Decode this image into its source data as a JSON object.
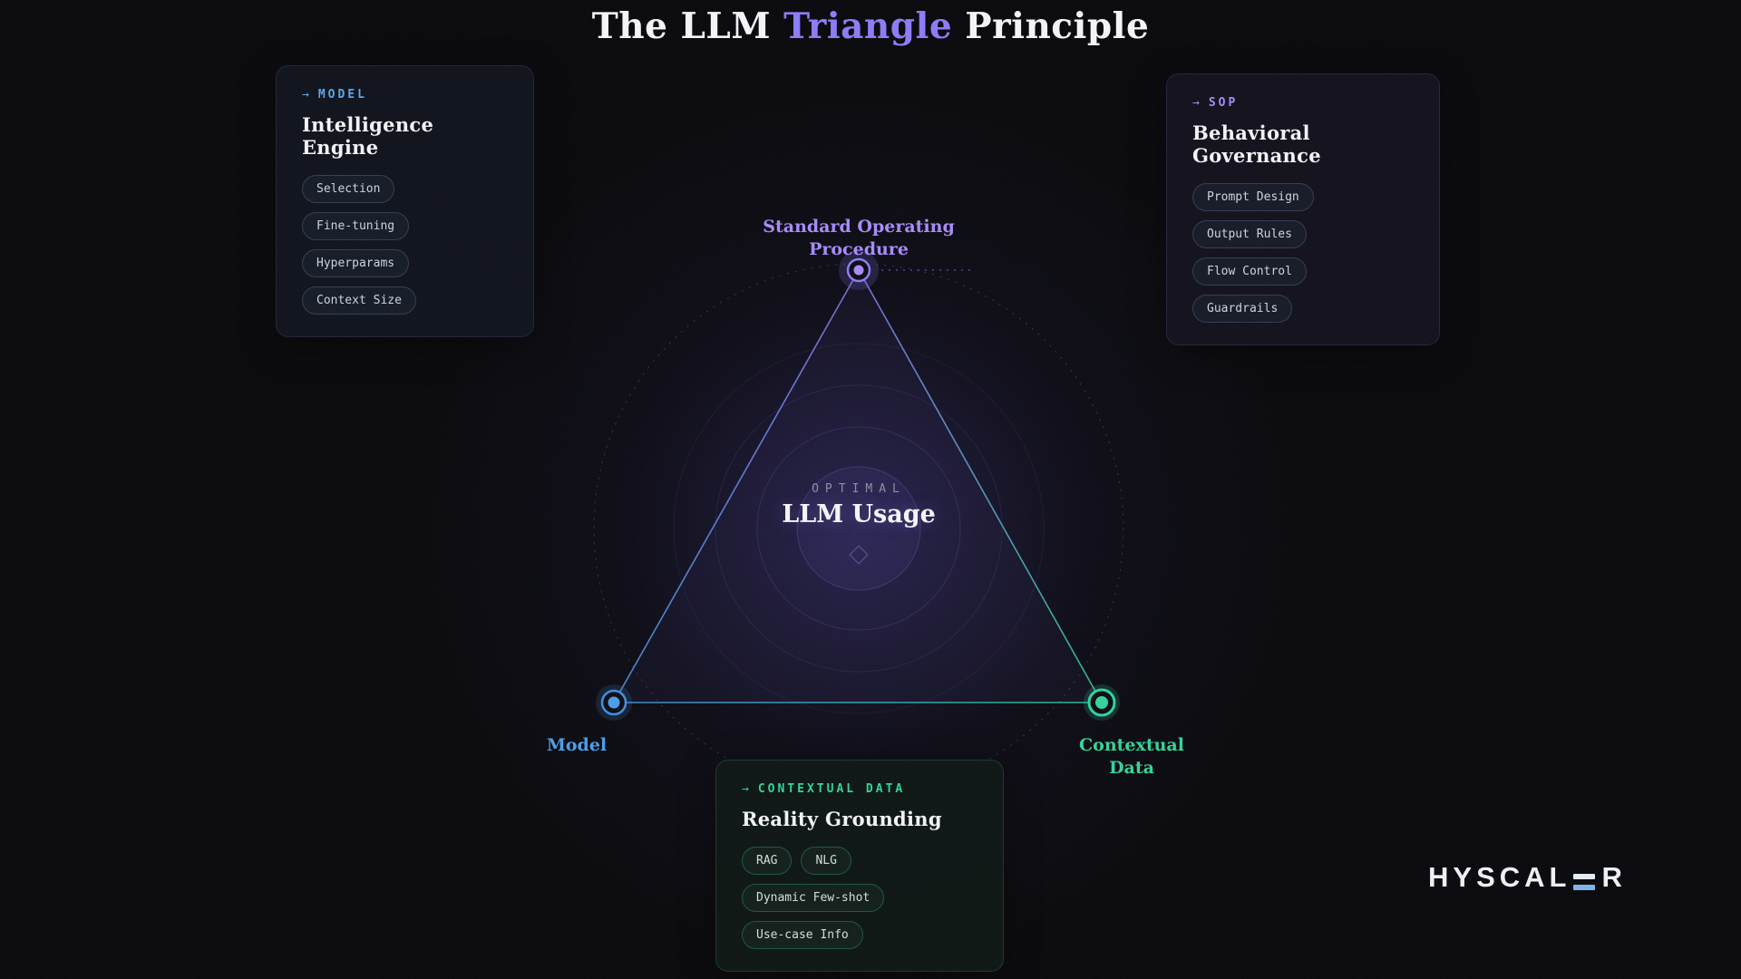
{
  "title": {
    "pre": "The LLM ",
    "highlight": "Triangle",
    "post": " Principle"
  },
  "colors": {
    "background": "#08080c",
    "model_accent": "#4a9eea",
    "sop_accent": "#a78bfa",
    "contextual_accent": "#34d399"
  },
  "cards": {
    "model": {
      "arrow": "→",
      "tag": "MODEL",
      "heading": "Intelligence Engine",
      "pills": [
        "Selection",
        "Fine-tuning",
        "Hyperparams",
        "Context Size"
      ]
    },
    "sop": {
      "arrow": "→",
      "tag": "SOP",
      "heading": "Behavioral Governance",
      "pills": [
        "Prompt Design",
        "Output Rules",
        "Flow Control",
        "Guardrails"
      ]
    },
    "contextual": {
      "arrow": "→",
      "tag": "CONTEXTUAL DATA",
      "heading": "Reality Grounding",
      "pills": [
        "RAG",
        "NLG",
        "Dynamic Few-shot",
        "Use-case Info"
      ]
    }
  },
  "triangle": {
    "center": {
      "eyebrow": "OPTIMAL",
      "label": "LLM Usage"
    },
    "vertices": {
      "sop": {
        "line1": "Standard Operating",
        "line2": "Procedure"
      },
      "model": {
        "label": "Model"
      },
      "contextual": {
        "line1": "Contextual",
        "line2": "Data"
      }
    }
  },
  "logo": {
    "prefix": "HYSCAL",
    "suffix": "R"
  }
}
